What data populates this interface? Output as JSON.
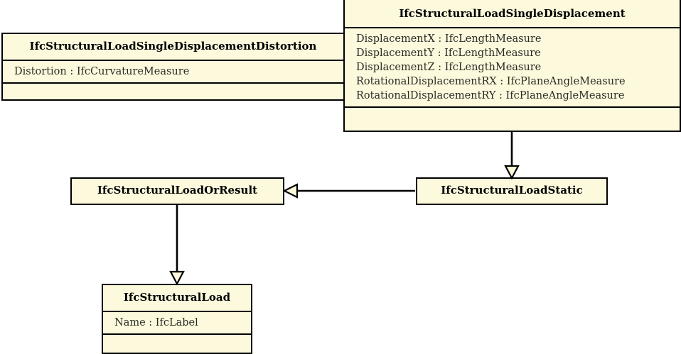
{
  "diagram": {
    "type": "uml-class-diagram",
    "title": "IfcStructuralLoadSingleDisplacement inheritance",
    "colors": {
      "class_fill": "#fcf9dc",
      "border": "#000000",
      "text": "#000000",
      "canvas": "#ffffff"
    },
    "classes": [
      {
        "id": "single-displacement-distortion",
        "name": "IfcStructuralLoadSingleDisplacementDistortion",
        "attributes": [
          "Distortion : IfcCurvatureMeasure"
        ],
        "operations": []
      },
      {
        "id": "single-displacement",
        "name": "IfcStructuralLoadSingleDisplacement",
        "attributes": [
          "DisplacementX : IfcLengthMeasure",
          "DisplacementY : IfcLengthMeasure",
          "DisplacementZ : IfcLengthMeasure",
          "RotationalDisplacementRX : IfcPlaneAngleMeasure",
          "RotationalDisplacementRY : IfcPlaneAngleMeasure"
        ],
        "operations": []
      },
      {
        "id": "load-or-result",
        "name": "IfcStructuralLoadOrResult",
        "attributes": [],
        "operations": []
      },
      {
        "id": "load-static",
        "name": "IfcStructuralLoadStatic",
        "attributes": [],
        "operations": []
      },
      {
        "id": "structural-load",
        "name": "IfcStructuralLoad",
        "attributes": [
          "Name : IfcLabel"
        ],
        "operations": []
      }
    ],
    "relations": [
      {
        "kind": "generalization",
        "from": "IfcStructuralLoadSingleDisplacement",
        "to": "IfcStructuralLoadStatic",
        "arrowhead": "hollow-triangle"
      },
      {
        "kind": "generalization",
        "from": "IfcStructuralLoadStatic",
        "to": "IfcStructuralLoadOrResult",
        "arrowhead": "hollow-triangle"
      },
      {
        "kind": "generalization",
        "from": "IfcStructuralLoadOrResult",
        "to": "IfcStructuralLoad",
        "arrowhead": "hollow-triangle"
      }
    ]
  }
}
